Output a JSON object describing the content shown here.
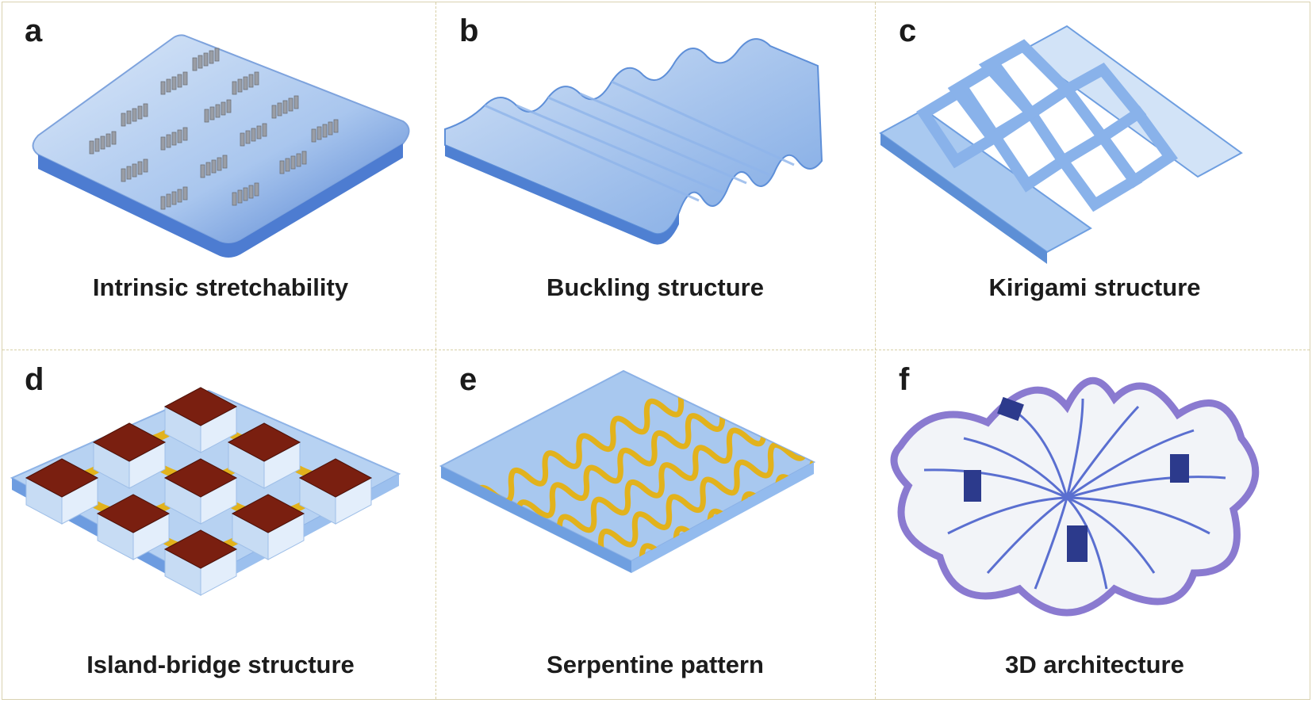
{
  "panels": [
    {
      "letter": "a",
      "caption": "Intrinsic stretchability",
      "illustration": "polymer-network-film"
    },
    {
      "letter": "b",
      "caption": "Buckling structure",
      "illustration": "wavy-buckled-film"
    },
    {
      "letter": "c",
      "caption": "Kirigami structure",
      "illustration": "kirigami-lattice"
    },
    {
      "letter": "d",
      "caption": "Island-bridge structure",
      "illustration": "island-bridge-array"
    },
    {
      "letter": "e",
      "caption": "Serpentine pattern",
      "illustration": "serpentine-traces"
    },
    {
      "letter": "f",
      "caption": "3D architecture",
      "illustration": "3d-ribbon-structure"
    }
  ],
  "colors": {
    "substrate": "#9cc3ec",
    "substrate_dark": "#5d8fd6",
    "island": "#7a1f10",
    "gold": "#e2b21c",
    "ribbon": "#8a7ad0",
    "divider": "#d8cfa6"
  }
}
